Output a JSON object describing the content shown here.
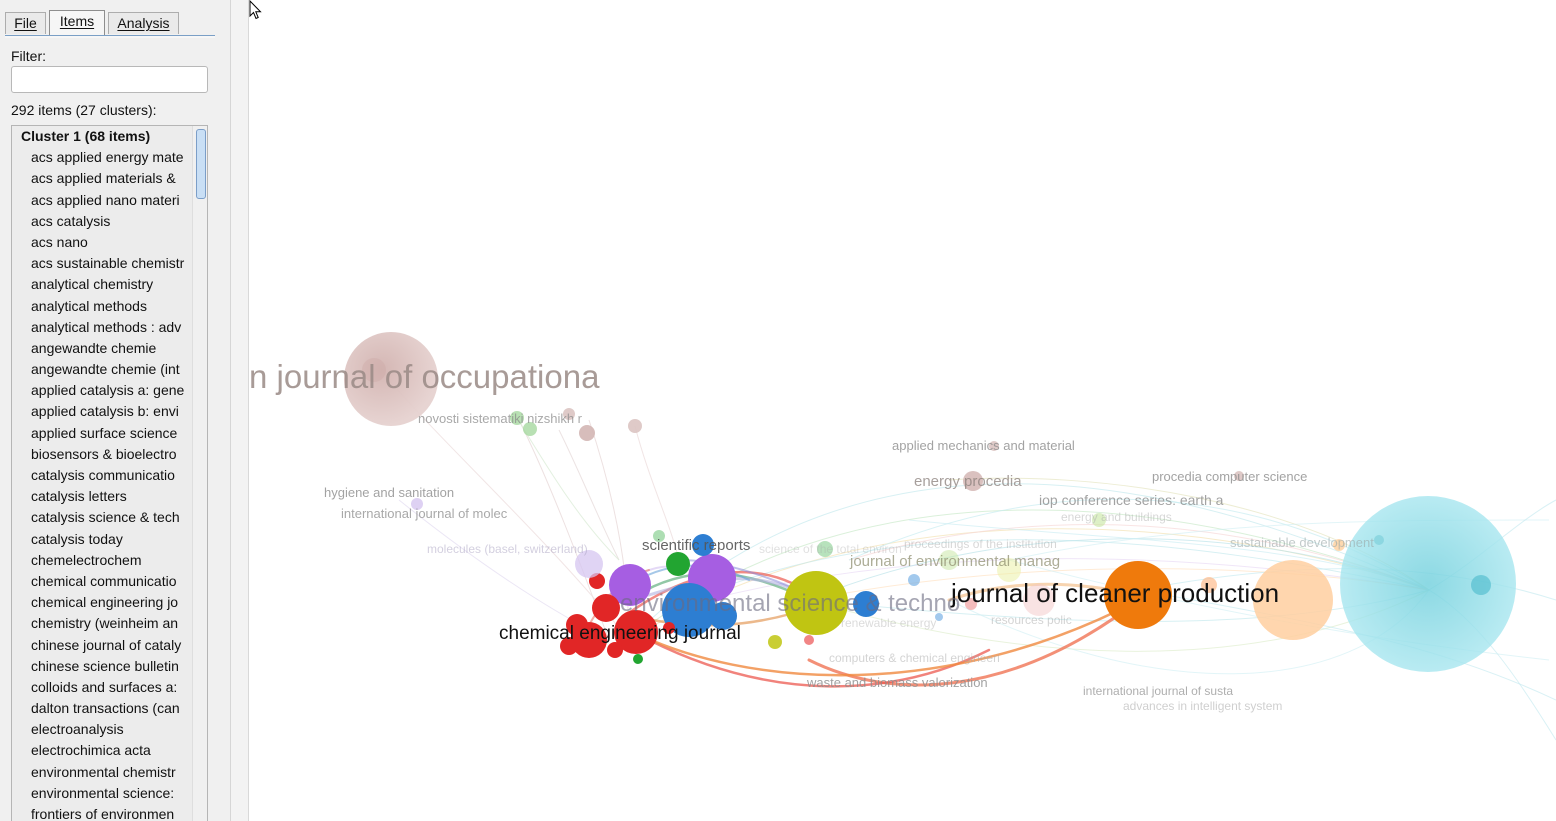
{
  "tabs": [
    {
      "label": "File",
      "active": false
    },
    {
      "label": "Items",
      "active": true
    },
    {
      "label": "Analysis",
      "active": false
    }
  ],
  "filter": {
    "label": "Filter:",
    "value": ""
  },
  "summary": "292 items (27 clusters):",
  "list": [
    {
      "type": "cluster",
      "text": "Cluster 1 (68 items)"
    },
    {
      "type": "item",
      "text": "acs applied energy mate"
    },
    {
      "type": "item",
      "text": "acs applied materials &"
    },
    {
      "type": "item",
      "text": "acs applied nano materi"
    },
    {
      "type": "item",
      "text": "acs catalysis"
    },
    {
      "type": "item",
      "text": "acs nano"
    },
    {
      "type": "item",
      "text": "acs sustainable chemistr"
    },
    {
      "type": "item",
      "text": "analytical chemistry"
    },
    {
      "type": "item",
      "text": "analytical methods"
    },
    {
      "type": "item",
      "text": "analytical methods : adv"
    },
    {
      "type": "item",
      "text": "angewandte chemie"
    },
    {
      "type": "item",
      "text": "angewandte chemie (int"
    },
    {
      "type": "item",
      "text": "applied catalysis a: gene"
    },
    {
      "type": "item",
      "text": "applied catalysis b: envi"
    },
    {
      "type": "item",
      "text": "applied surface science"
    },
    {
      "type": "item",
      "text": "biosensors & bioelectro"
    },
    {
      "type": "item",
      "text": "catalysis communicatio"
    },
    {
      "type": "item",
      "text": "catalysis letters"
    },
    {
      "type": "item",
      "text": "catalysis science & tech"
    },
    {
      "type": "item",
      "text": "catalysis today"
    },
    {
      "type": "item",
      "text": "chemelectrochem"
    },
    {
      "type": "item",
      "text": "chemical communicatio"
    },
    {
      "type": "item",
      "text": "chemical engineering jo"
    },
    {
      "type": "item",
      "text": "chemistry (weinheim an"
    },
    {
      "type": "item",
      "text": "chinese journal of cataly"
    },
    {
      "type": "item",
      "text": "chinese science bulletin"
    },
    {
      "type": "item",
      "text": "colloids and surfaces a:"
    },
    {
      "type": "item",
      "text": "dalton transactions (can"
    },
    {
      "type": "item",
      "text": "electroanalysis"
    },
    {
      "type": "item",
      "text": "electrochimica acta"
    },
    {
      "type": "item",
      "text": "environmental chemistr"
    },
    {
      "type": "item",
      "text": "environmental science:"
    },
    {
      "type": "item",
      "text": "frontiers of environmen"
    }
  ],
  "map": {
    "labels": [
      {
        "text": "n journal of occupationa",
        "size": 33,
        "color": "#9a8a86",
        "opacity": 0.85,
        "bold": false
      },
      {
        "text": "journal of cleaner production",
        "size": 26,
        "color": "#111111",
        "opacity": 1,
        "bold": false
      },
      {
        "text": "environmental science & techno",
        "size": 24,
        "color": "#6b6a80",
        "opacity": 0.6,
        "bold": false
      },
      {
        "text": "chemical engineering journal",
        "size": 19,
        "color": "#111111",
        "opacity": 1,
        "bold": false
      },
      {
        "text": "scientific reports",
        "size": 15,
        "color": "#555555",
        "opacity": 0.9,
        "bold": false
      },
      {
        "text": "journal of environmental manag",
        "size": 15,
        "color": "#8a8a6a",
        "opacity": 0.7,
        "bold": false
      },
      {
        "text": "energy procedia",
        "size": 15,
        "color": "#8a7f7b",
        "opacity": 0.75,
        "bold": false
      },
      {
        "text": "novosti sistematiki nizshikh r",
        "size": 13,
        "color": "#8c8c8c",
        "opacity": 0.75,
        "bold": false
      },
      {
        "text": "applied mechanics and material",
        "size": 13,
        "color": "#8c8c8c",
        "opacity": 0.8,
        "bold": false
      },
      {
        "text": "procedia computer science",
        "size": 13,
        "color": "#8c8c8c",
        "opacity": 0.8,
        "bold": false
      },
      {
        "text": "iop conference series: earth a",
        "size": 14,
        "color": "#8c8c8c",
        "opacity": 0.8,
        "bold": false
      },
      {
        "text": "hygiene and sanitation",
        "size": 13,
        "color": "#8c8c8c",
        "opacity": 0.8,
        "bold": false
      },
      {
        "text": "international journal of molec",
        "size": 13,
        "color": "#8c8c8c",
        "opacity": 0.75,
        "bold": false
      },
      {
        "text": "sustainable development",
        "size": 13,
        "color": "#9aa8a8",
        "opacity": 0.6,
        "bold": false
      },
      {
        "text": "molecules (basel, switzerland)",
        "size": 12,
        "color": "#a8a0c0",
        "opacity": 0.5,
        "bold": false
      },
      {
        "text": "computers & chemical engineeri",
        "size": 12,
        "color": "#a8a8a8",
        "opacity": 0.5,
        "bold": false
      },
      {
        "text": "waste and biomass valorization",
        "size": 13,
        "color": "#8c8c8c",
        "opacity": 0.8,
        "bold": false
      },
      {
        "text": "international journal of susta",
        "size": 12,
        "color": "#8c8c8c",
        "opacity": 0.7,
        "bold": false
      },
      {
        "text": "advances in intelligent system",
        "size": 12,
        "color": "#a8a8a8",
        "opacity": 0.55,
        "bold": false
      },
      {
        "text": "resources polic",
        "size": 12,
        "color": "#a8a8a8",
        "opacity": 0.5,
        "bold": false
      },
      {
        "text": "proceedings of the institution",
        "size": 12,
        "color": "#a8a8a8",
        "opacity": 0.45,
        "bold": false
      },
      {
        "text": "energy and buildings",
        "size": 12,
        "color": "#a8a8a8",
        "opacity": 0.45,
        "bold": false
      },
      {
        "text": "science of the total environ",
        "size": 12,
        "color": "#a8a8a8",
        "opacity": 0.35,
        "bold": false
      },
      {
        "text": "renewable energy",
        "size": 12,
        "color": "#a8a8a8",
        "opacity": 0.4,
        "bold": false
      }
    ],
    "colors": {
      "cluster_red": "#e02020",
      "cluster_blue": "#2a7fd4",
      "cluster_green": "#22aa33",
      "cluster_yellow": "#c2c512",
      "cluster_purple": "#a05ee0",
      "cluster_orange": "#f07a10",
      "cluster_peach": "#ffcf9e",
      "cluster_cyan": "#9fe0ea",
      "cluster_rose": "#d9b8b6"
    }
  }
}
